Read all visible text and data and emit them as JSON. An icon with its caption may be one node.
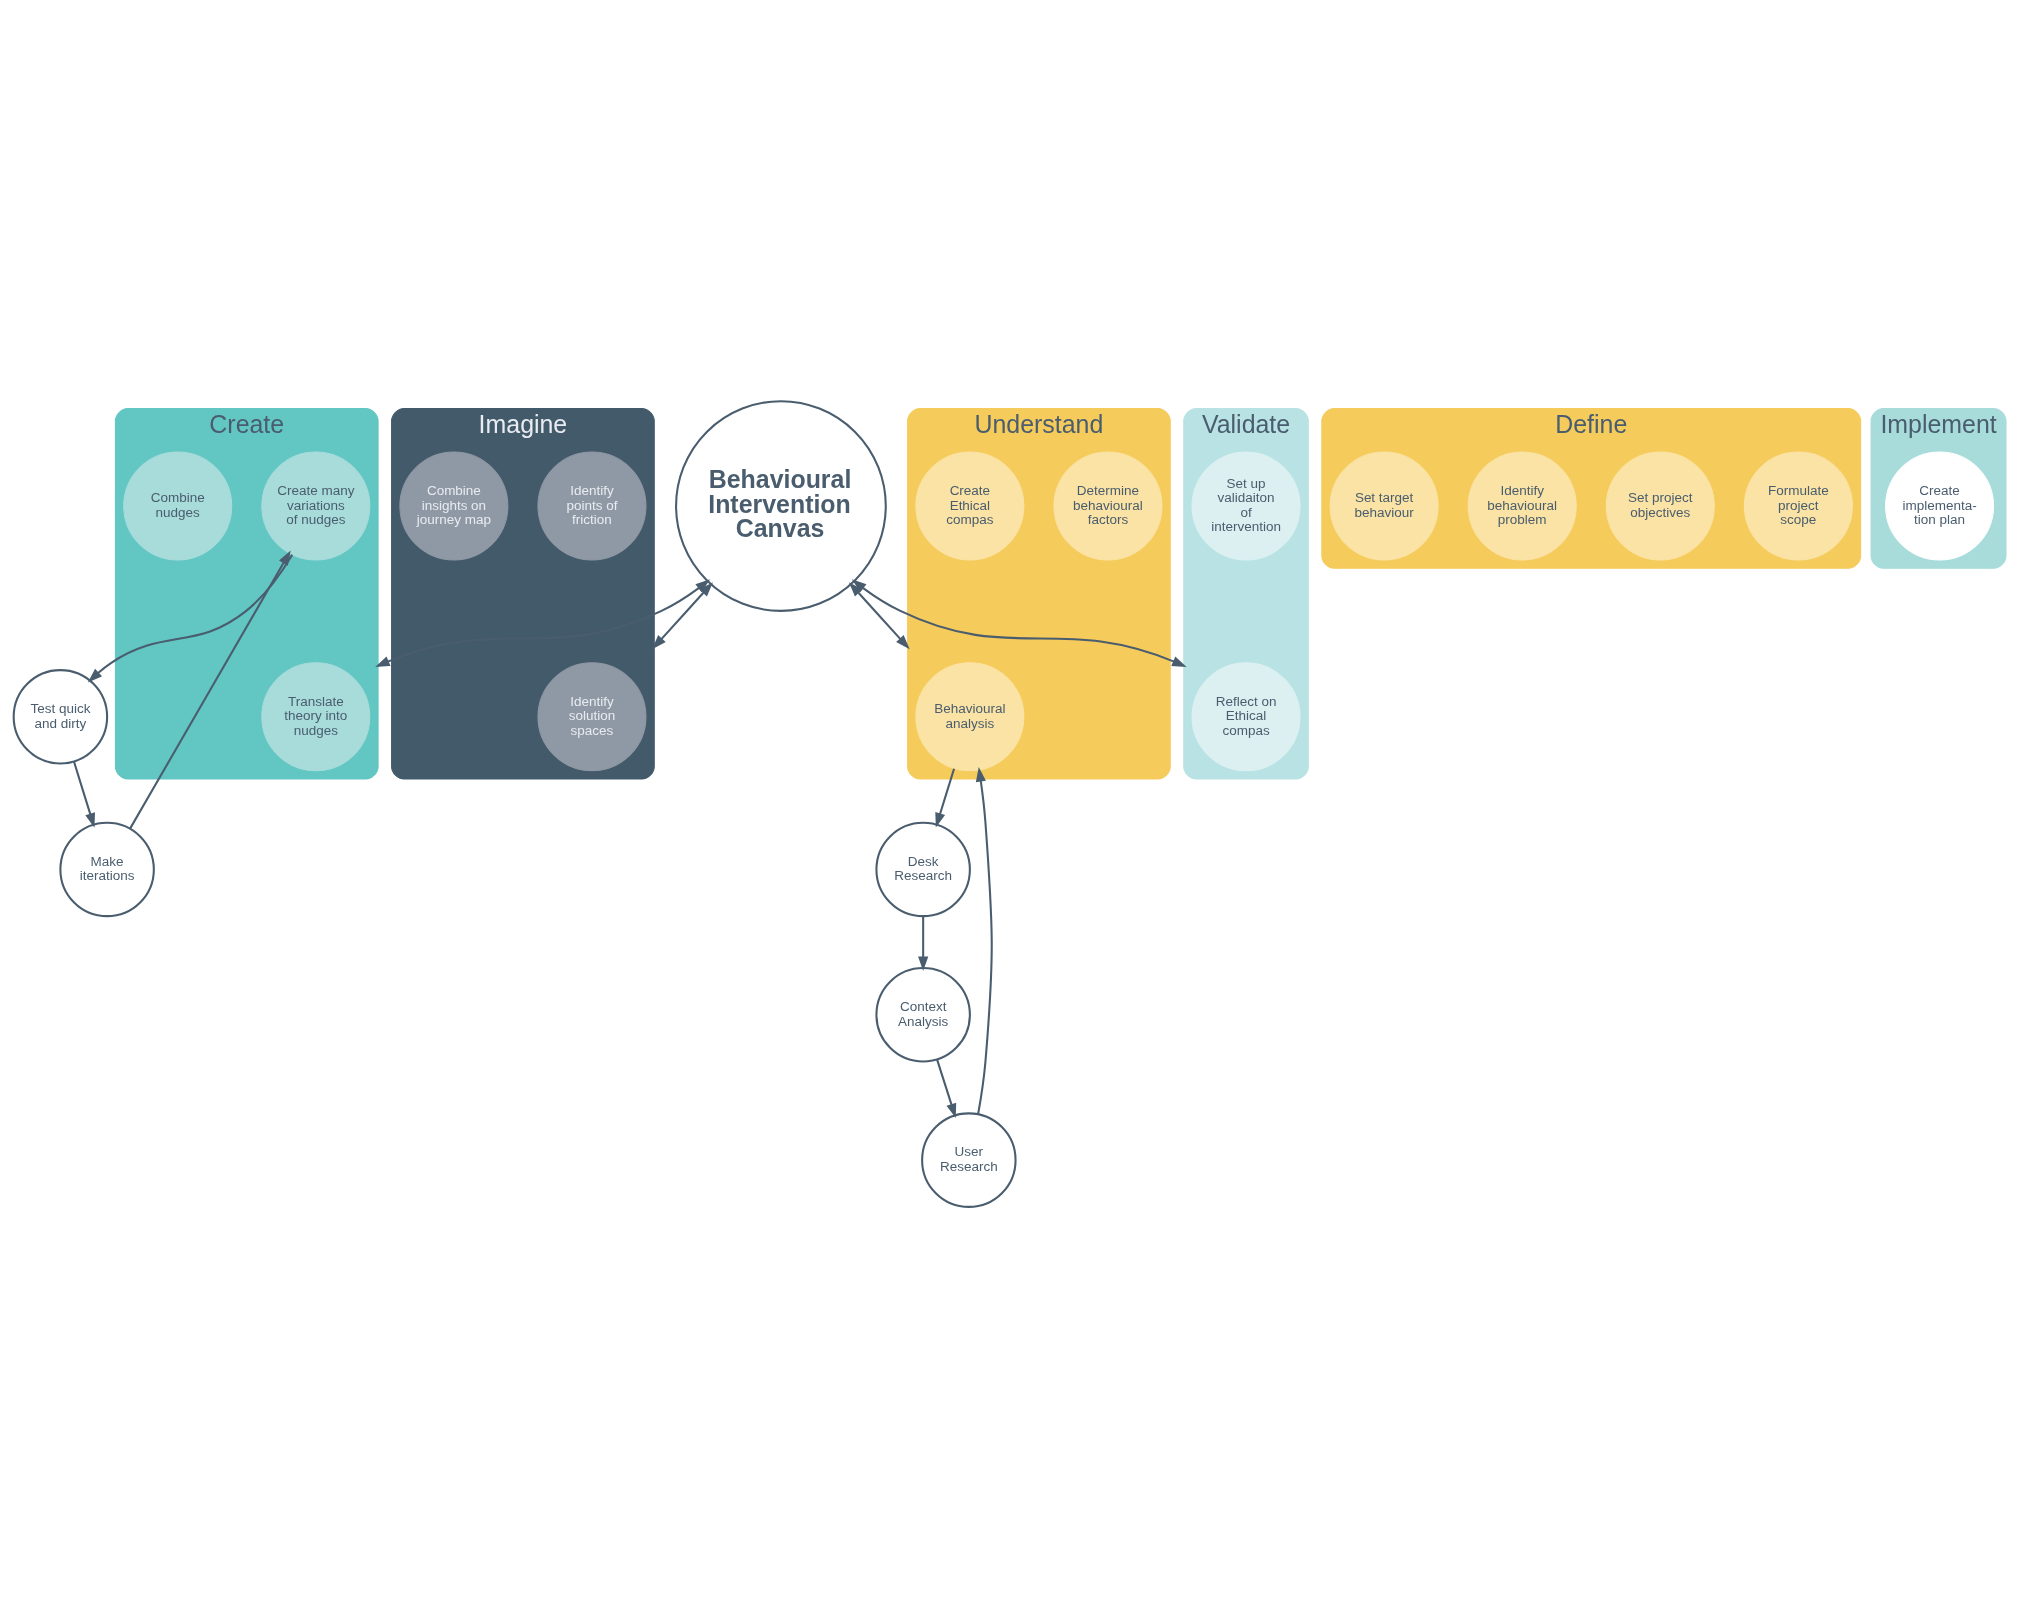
{
  "diagram": {
    "nodes": [
      {
        "text": [
          "Behavioural Intervention Canvas"
        ]
      },
      {
        "text": [
          "Create"
        ]
      },
      {
        "text": [
          "Test quick and dirty"
        ]
      },
      {
        "text": [
          "Make iterations"
        ]
      },
      {
        "text": [
          "Translate theory into nudges"
        ],
        "in": 1
      },
      {
        "text": [
          "Create many variations of nudges"
        ],
        "in": 1
      },
      {
        "text": [
          "Combine nudges"
        ],
        "in": 1
      },
      {
        "text": [
          "Imagine"
        ]
      },
      {
        "text": [
          "Identify solution spaces"
        ],
        "in": 7
      },
      {
        "text": [
          "Identify points of friction"
        ],
        "in": 7
      },
      {
        "text": [
          "Combine insights on journey map"
        ],
        "in": 7
      },
      {
        "text": [
          "Understand"
        ]
      },
      {
        "text": [
          "Behavioural analysis"
        ],
        "in": 11
      },
      {
        "text": [
          "Determine behavioural factors"
        ],
        "in": 11
      },
      {
        "text": [
          "Create Ethical compas"
        ],
        "in": 11
      },
      {
        "text": [
          "User Research"
        ]
      },
      {
        "text": [
          "Context Analysis"
        ]
      },
      {
        "text": [
          "Desk Research"
        ]
      },
      {
        "text": [
          "Validate"
        ]
      },
      {
        "text": [
          "Reflect on Ethical compas"
        ],
        "in": 18
      },
      {
        "text": [
          "Set up validaiton of intervention"
        ],
        "in": 18
      },
      {
        "text": [
          "Define"
        ]
      },
      {
        "text": [
          "Formulate project scope"
        ],
        "in": 21
      },
      {
        "text": [
          "Set project objectives"
        ],
        "in": 21
      },
      {
        "text": [
          "Identify behavioural problem"
        ],
        "in": 21
      },
      {
        "text": [
          "Set target behaviour"
        ],
        "in": 21
      },
      {
        "text": [
          "Implement"
        ]
      },
      {
        "text": [
          "Create implementa- tion plan"
        ],
        "in": 26
      }
    ],
    "edges": [
      {
        "from": 2,
        "to": 3,
        "arrow": "to"
      },
      {
        "from": 3,
        "to": 5,
        "arrow": "to"
      },
      {
        "from": 5,
        "to": 2,
        "arrow": "to"
      },
      {
        "from": 12,
        "to": 17,
        "arrow": "to"
      },
      {
        "from": 17,
        "to": 16,
        "arrow": "to"
      },
      {
        "from": 16,
        "to": 15,
        "arrow": "to"
      },
      {
        "from": 15,
        "to": 12,
        "arrow": "to"
      },
      {
        "from": 0,
        "to": 1,
        "arrow": "both"
      },
      {
        "from": 0,
        "to": 7,
        "arrow": "both"
      },
      {
        "from": 0,
        "to": 11,
        "arrow": "both"
      },
      {
        "from": 0,
        "to": 18,
        "arrow": "both"
      }
    ]
  }
}
